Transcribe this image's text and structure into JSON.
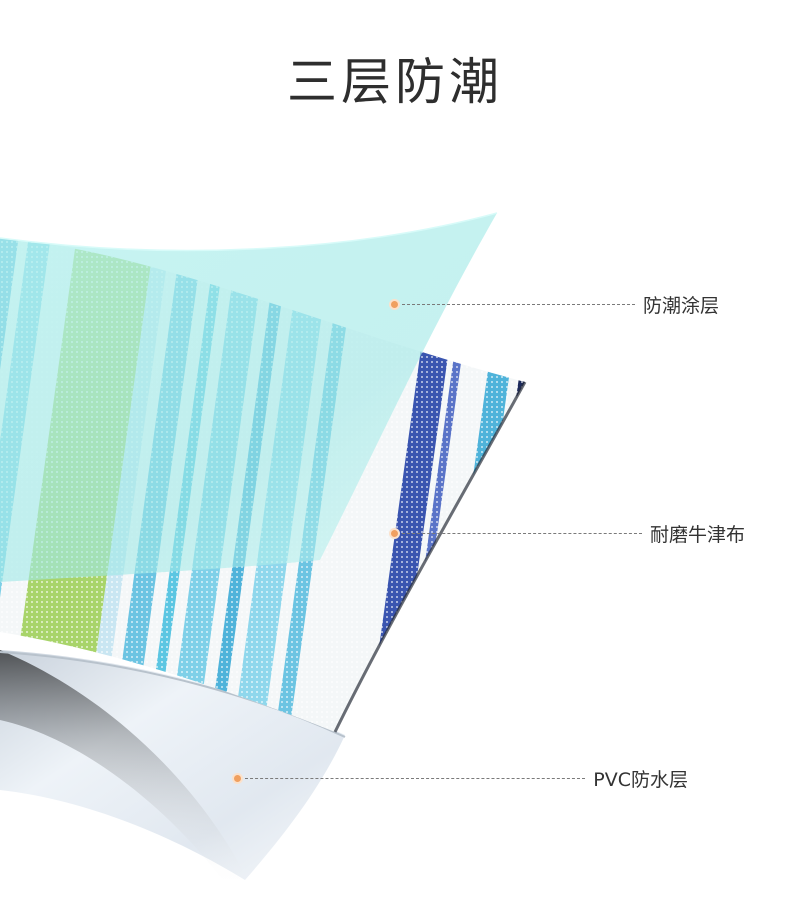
{
  "title": "三层防潮",
  "layers": [
    {
      "label": "防潮涂层"
    },
    {
      "label": "耐磨牛津布"
    },
    {
      "label": "PVC防水层"
    }
  ],
  "colors": {
    "title_text": "#2e2e2e",
    "label_text": "#333333",
    "marker": "#f0a060",
    "coating_film": "#aaf2ef",
    "stripe_cyan": "#5cc6e2",
    "stripe_green": "#a8d46a",
    "stripe_navy": "#3a55b0",
    "pvc_layer": "#dfe8f1"
  }
}
